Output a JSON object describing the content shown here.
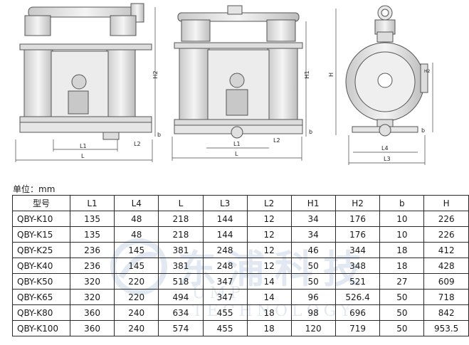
{
  "drawings": {
    "labels": {
      "left_h2": "H2",
      "left_b": "b",
      "left_l2": "L2",
      "left_l1": "L1",
      "left_l": "L",
      "mid_h1": "H1",
      "mid_b": "b",
      "mid_l2": "L2",
      "mid_l1": "L1",
      "mid_l": "L",
      "right_h": "H",
      "right_h2": "H2",
      "right_b": "b",
      "right_l4": "L4",
      "right_l3": "L3"
    }
  },
  "unit_label": "单位：mm",
  "table": {
    "headers": [
      "型号",
      "L1",
      "L4",
      "L",
      "L3",
      "L2",
      "H1",
      "H2",
      "b",
      "H"
    ],
    "rows": [
      [
        "QBY-K10",
        "135",
        "48",
        "218",
        "144",
        "12",
        "34",
        "176",
        "10",
        "226"
      ],
      [
        "QBY-K15",
        "135",
        "48",
        "218",
        "144",
        "12",
        "34",
        "176",
        "10",
        "226"
      ],
      [
        "QBY-K25",
        "236",
        "145",
        "381",
        "248",
        "12",
        "46",
        "344",
        "18",
        "412"
      ],
      [
        "QBY-K40",
        "236",
        "145",
        "381",
        "248",
        "12",
        "50",
        "348",
        "18",
        "428"
      ],
      [
        "QBY-K50",
        "320",
        "220",
        "518",
        "347",
        "14",
        "50",
        "521",
        "27",
        "609"
      ],
      [
        "QBY-K65",
        "320",
        "220",
        "494",
        "347",
        "14",
        "96",
        "526.4",
        "50",
        "718"
      ],
      [
        "QBY-K80",
        "360",
        "240",
        "634",
        "455",
        "18",
        "98",
        "696",
        "50",
        "842"
      ],
      [
        "QBY-K100",
        "360",
        "240",
        "574",
        "455",
        "18",
        "120",
        "719",
        "50",
        "953.5"
      ]
    ]
  },
  "watermark": {
    "chinese": "东浦科技",
    "english": "UMP TECHNOLOGY"
  }
}
